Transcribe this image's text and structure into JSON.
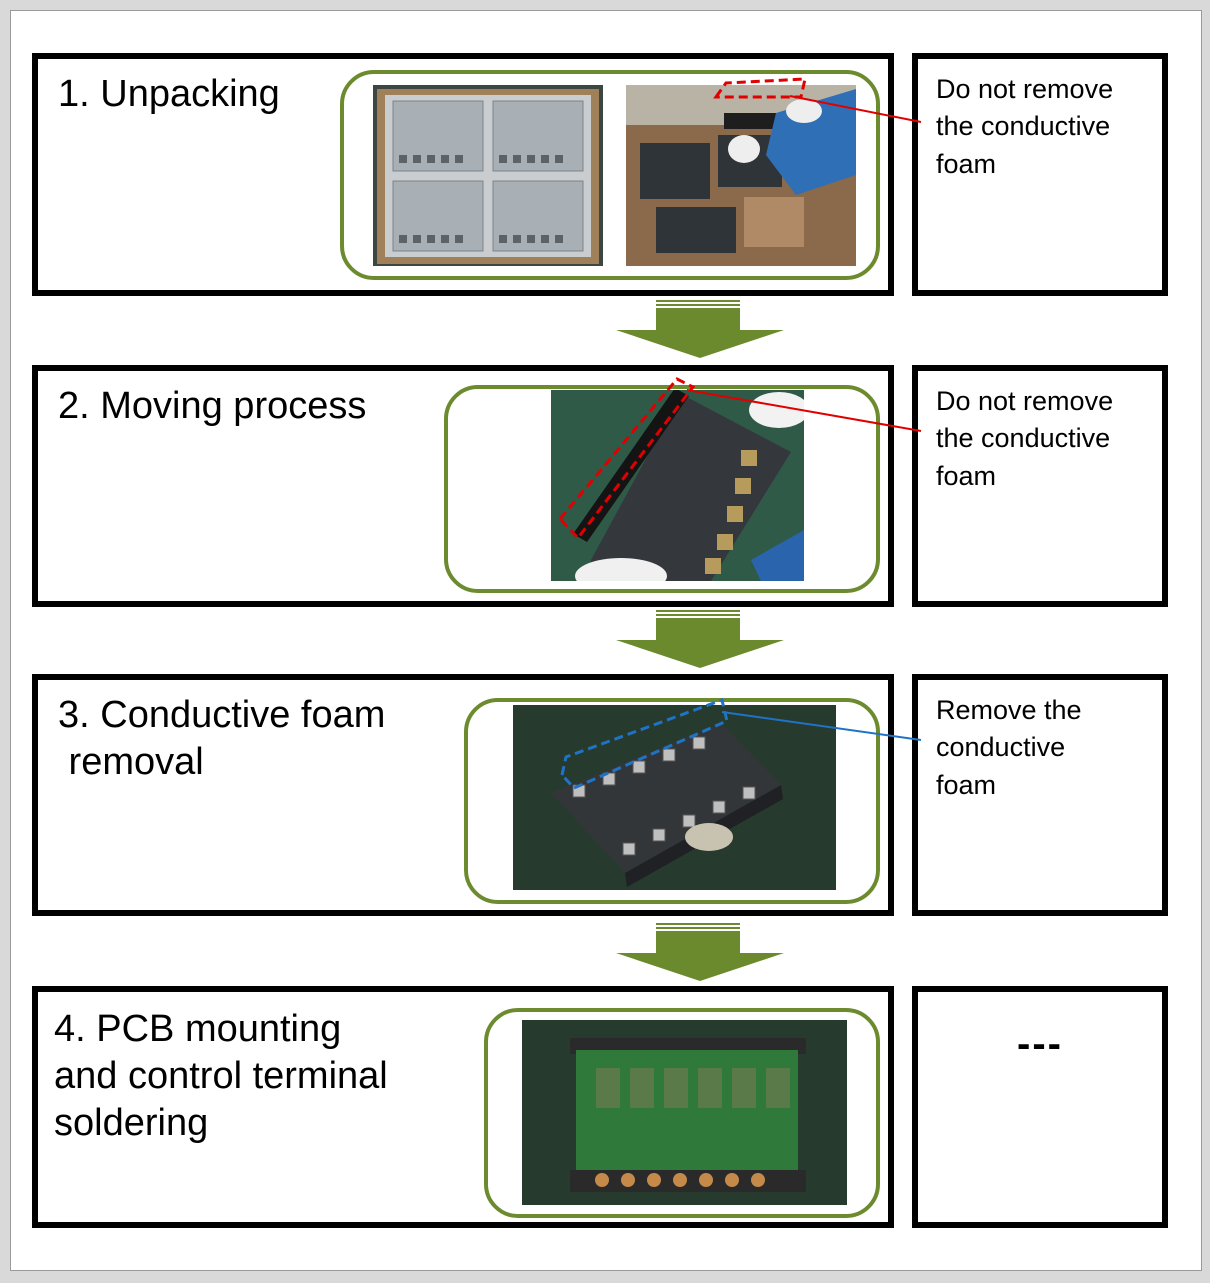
{
  "steps": [
    {
      "title": "1. Unpacking",
      "photos": [
        "module-tray-photo",
        "gloved-hand-lifting-module-photo"
      ],
      "note": "Do not remove\nthe conductive\nfoam"
    },
    {
      "title": "2. Moving process",
      "photos": [
        "gloved-hand-holding-module-photo"
      ],
      "note": "Do not remove\nthe conductive\nfoam"
    },
    {
      "title": "3. Conductive foam\n removal",
      "photos": [
        "module-without-foam-photo"
      ],
      "note": "Remove the\nconductive\nfoam"
    },
    {
      "title": "4. PCB mounting\nand control terminal\nsoldering",
      "photos": [
        "pcb-mounted-module-photo"
      ],
      "note": "---"
    }
  ],
  "colors": {
    "frame_green": "#6c8a2e",
    "arrow_green": "#6b8a2d",
    "do_not_remove_marker": "#e00000",
    "remove_marker": "#1f73c4"
  },
  "icons": [
    "down-arrow-icon"
  ]
}
